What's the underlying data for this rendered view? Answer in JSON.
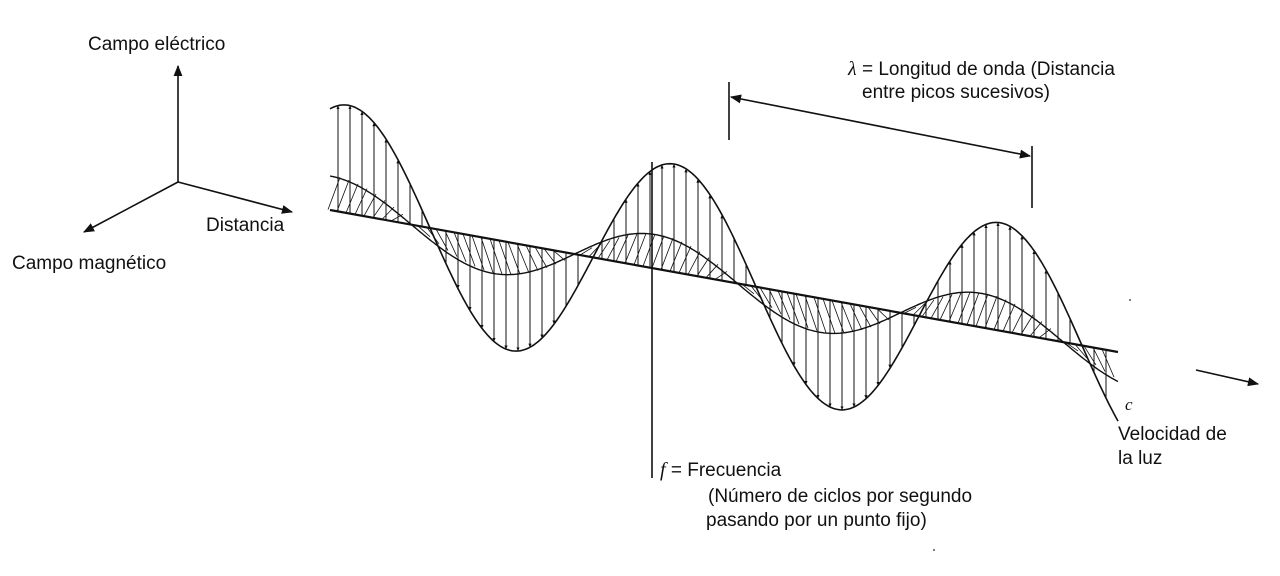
{
  "axes": {
    "electric_field": "Campo eléctrico",
    "distance": "Distancia",
    "magnetic_field": "Campo magnético"
  },
  "wavelength": {
    "symbol": "λ",
    "line1": "= Longitud de onda (Distancia",
    "line2": "entre picos sucesivos)"
  },
  "frequency": {
    "symbol": "f",
    "line1": "= Frecuencia",
    "line2": "(Número de ciclos por segundo",
    "line3": "pasando por un punto fijo)"
  },
  "speed": {
    "symbol": "c",
    "line1": "Velocidad de",
    "line2": "la luz"
  },
  "colors": {
    "ink": "#111111",
    "background": "#ffffff"
  }
}
